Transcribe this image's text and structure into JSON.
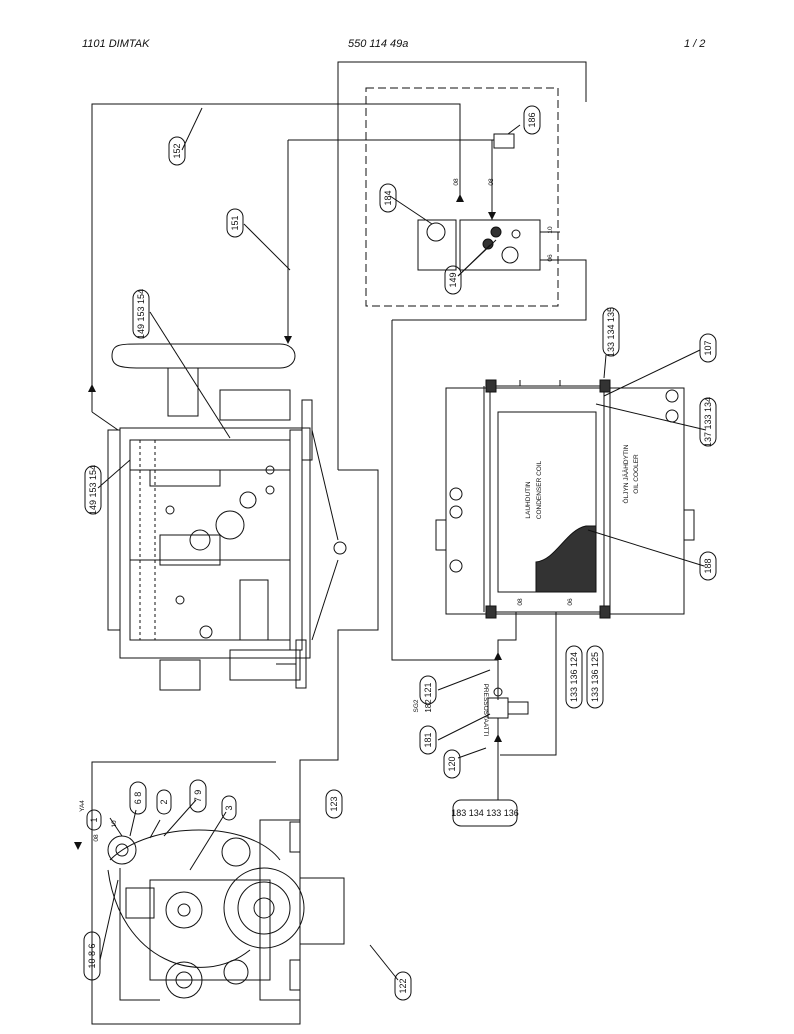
{
  "header": {
    "left": "1101 DIMTAK",
    "center": "550 114 49a",
    "right": "1 / 2"
  },
  "callouts": {
    "c152": "152",
    "c151": "151",
    "c149_153_154_top": "149 153 154",
    "c149_153_154_left": "149 153 154",
    "c184": "184",
    "c149": "149",
    "c186": "186",
    "c133_134_135": "133 134 135",
    "c107": "107",
    "c137_133_134": "137 133 134",
    "c188": "188",
    "c121": "121",
    "c182": "182",
    "c181": "181",
    "c120": "120",
    "c133_136_124": "133 136 124",
    "c133_136_125": "133 136 125",
    "c183_134_133_136": "183 134 133 136",
    "c123": "123",
    "c122": "122",
    "c1": "1",
    "c6_8": "6 8",
    "c2": "2",
    "c7_9": "7 9",
    "c3": "3",
    "c10_8_6": "10 8 6"
  },
  "labels": {
    "condenser_fi": "LAUHDUTIN",
    "condenser_en": "CONDENSER COIL",
    "oilcooler_fi": "ÖLJYN JÄÄHDYTIN",
    "oilcooler_en": "OIL COOLER",
    "pressostat": "PRESSOSTAATTI",
    "sg2": "SG2",
    "ya4": "YA4",
    "d08_a": "08",
    "d08_b": "08",
    "d10": "10",
    "d06": "06",
    "d08_c": "08",
    "d06_b": "06",
    "d08_d": "08",
    "d10_b": "10"
  }
}
